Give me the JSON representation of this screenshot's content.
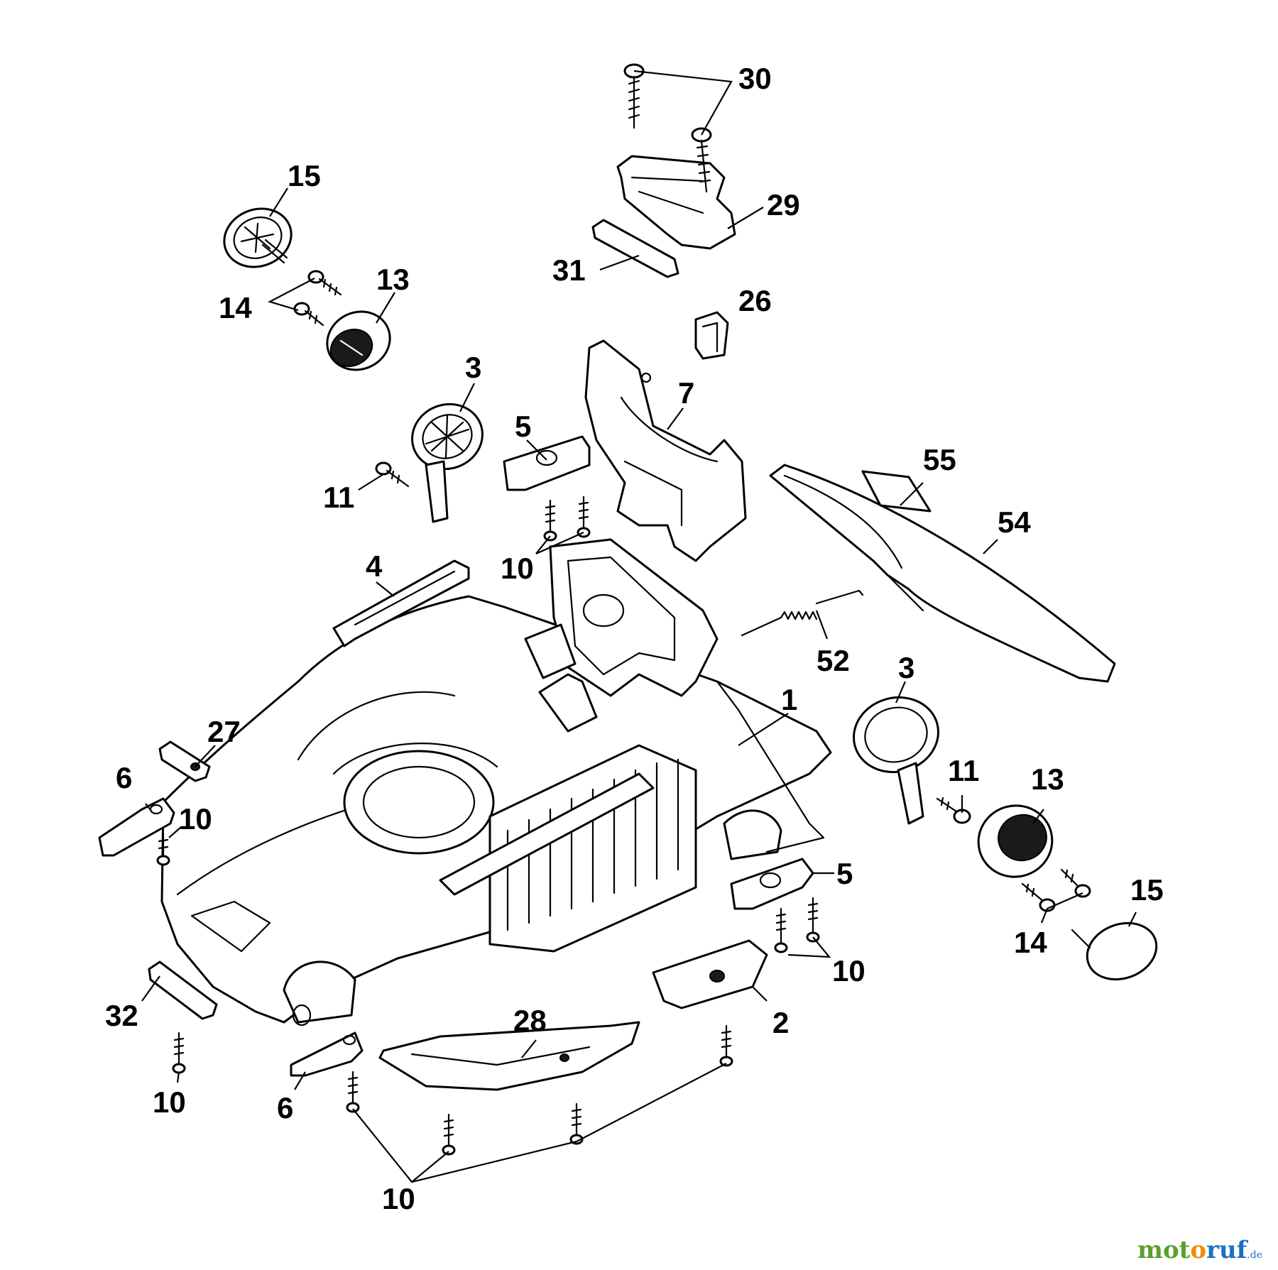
{
  "callouts": {
    "c30": "30",
    "c15a": "15",
    "c29": "29",
    "c13a": "13",
    "c14a": "14",
    "c31": "31",
    "c26": "26",
    "c3a": "3",
    "c7": "7",
    "c5a": "5",
    "c55": "55",
    "c11a": "11",
    "c54": "54",
    "c4": "4",
    "c10a": "10",
    "c52": "52",
    "c3b": "3",
    "c1": "1",
    "c27": "27",
    "c11b": "11",
    "c13b": "13",
    "c6a": "6",
    "c10b": "10",
    "c5b": "5",
    "c15b": "15",
    "c14b": "14",
    "c10c": "10",
    "c28": "28",
    "c32": "32",
    "c2": "2",
    "c10d": "10",
    "c6b": "6",
    "c10e": "10"
  },
  "watermark": {
    "part_a": "mot",
    "part_b": "o",
    "part_c": "ruf",
    "suffix": ".de"
  }
}
